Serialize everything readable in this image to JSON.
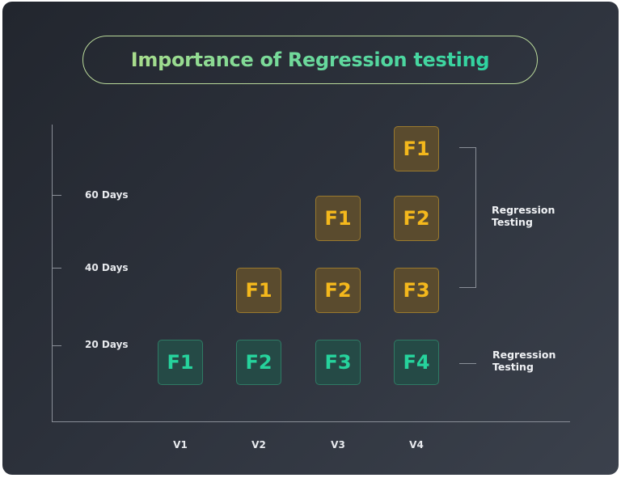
{
  "title": "Importance of Regression testing",
  "y_axis": {
    "labels": [
      "60 Days",
      "40 Days",
      "20 Days"
    ]
  },
  "x_axis": {
    "labels": [
      "V1",
      "V2",
      "V3",
      "V4"
    ]
  },
  "versions": [
    {
      "name": "V1",
      "regression_features": [],
      "new_feature": "F1"
    },
    {
      "name": "V2",
      "regression_features": [
        "F1"
      ],
      "new_feature": "F2"
    },
    {
      "name": "V3",
      "regression_features": [
        "F1",
        "F2"
      ],
      "new_feature": "F3"
    },
    {
      "name": "V4",
      "regression_features": [
        "F1",
        "F2",
        "F3"
      ],
      "new_feature": "F4"
    }
  ],
  "annotations": {
    "regression_bracket": [
      "Regression",
      "Testing"
    ],
    "regression_line": [
      "Regression",
      "Testing"
    ]
  },
  "colors": {
    "regression_box_bg": "#5a4b2e",
    "regression_box_text": "#f4b81c",
    "new_feature_box_bg": "#254a46",
    "new_feature_box_text": "#26d39c",
    "title_gradient_start": "#a9dc8c",
    "title_gradient_end": "#2ed3a0"
  }
}
